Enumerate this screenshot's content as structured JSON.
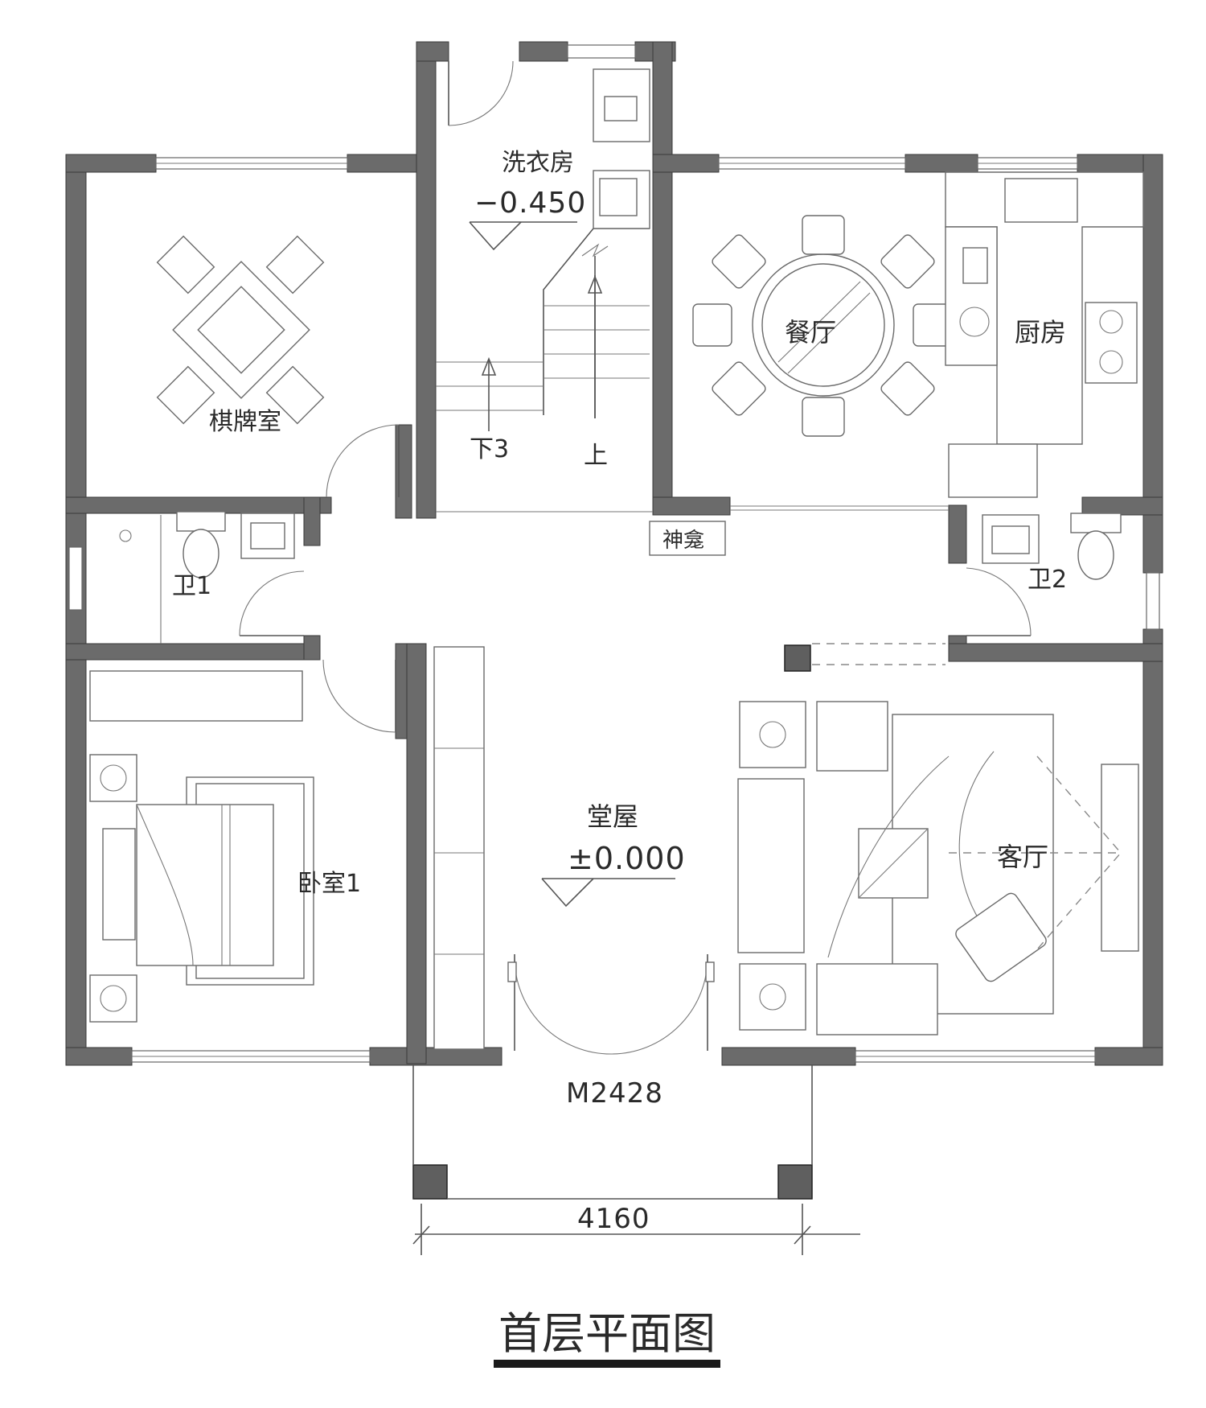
{
  "rooms": {
    "laundry": "洗衣房",
    "laundry_level": "−0.450",
    "chess_room": "棋牌室",
    "dining": "餐厅",
    "kitchen": "厨房",
    "bath1": "卫1",
    "bath2": "卫2",
    "shrine": "神龛",
    "hall": "堂屋",
    "hall_level": "±0.000",
    "bedroom1": "卧室1",
    "living": "客厅"
  },
  "stairs": {
    "down_label": "下3",
    "up_label": "上"
  },
  "door_code": "M2428",
  "dimension": "4160",
  "drawing_title": "首层平面图"
}
